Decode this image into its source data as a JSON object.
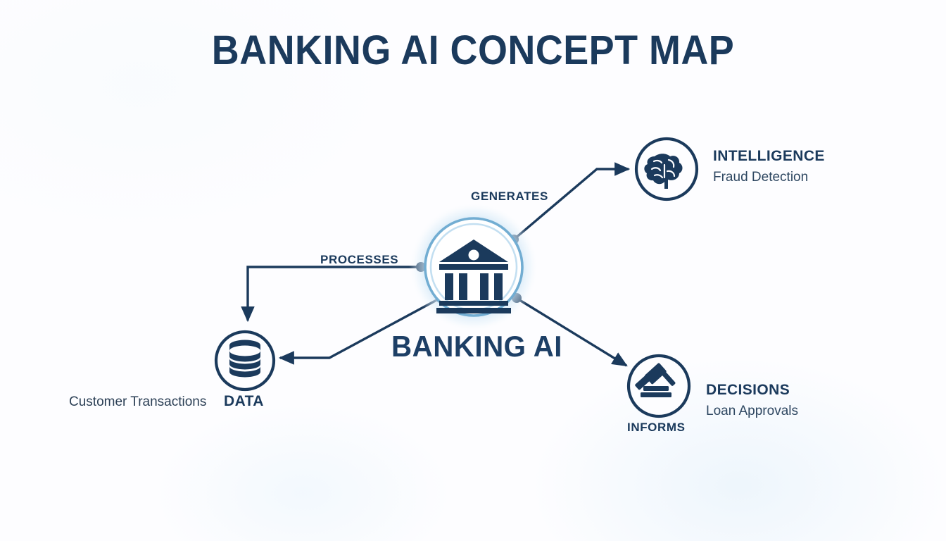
{
  "page": {
    "title": "BANKING AI CONCEPT MAP",
    "background_color": "#fdfdff",
    "accent_navy": "#1b3a5c",
    "accent_ring_blue": "#6aa9d0"
  },
  "center_node": {
    "label": "BANKING AI",
    "icon": "bank-building-icon"
  },
  "nodes": [
    {
      "id": "data",
      "icon": "database-icon",
      "title": "DATA",
      "caption": "Customer Transactions"
    },
    {
      "id": "intelligence",
      "icon": "brain-icon",
      "title": "INTELLIGENCE",
      "subtitle": "Fraud Detection"
    },
    {
      "id": "decisions",
      "icon": "gavel-icon",
      "title": "DECISIONS",
      "subtitle": "Loan Approvals"
    }
  ],
  "edges": [
    {
      "id": "processes",
      "label": "PROCESSES",
      "from": "banking-ai",
      "to": "data"
    },
    {
      "id": "generates",
      "label": "GENERATES",
      "from": "banking-ai",
      "to": "intelligence"
    },
    {
      "id": "informs",
      "label": "INFORMS",
      "from": "banking-ai",
      "to": "decisions"
    }
  ]
}
